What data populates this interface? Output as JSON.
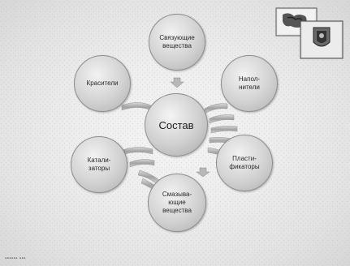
{
  "diagram": {
    "center": "Состав",
    "nodes": [
      {
        "id": "top",
        "label": "Связующие\nвещества"
      },
      {
        "id": "upper-right",
        "label": "Напол-\nнители"
      },
      {
        "id": "lower-right",
        "label": "Пласти-\nфикаторы"
      },
      {
        "id": "bottom",
        "label": "Смазыва-\nющие\nвещества"
      },
      {
        "id": "lower-left",
        "label": "Катали-\nзаторы"
      },
      {
        "id": "upper-left",
        "label": "Красители"
      }
    ]
  },
  "colors": {
    "node_border": "#8d8d8d",
    "node_fill": "#d2d2d2",
    "arrow_fill": "#b8b8b8",
    "text": "#2a2a2a"
  },
  "decorations": {
    "corner_image": "flag-coat-of-arms-images"
  }
}
